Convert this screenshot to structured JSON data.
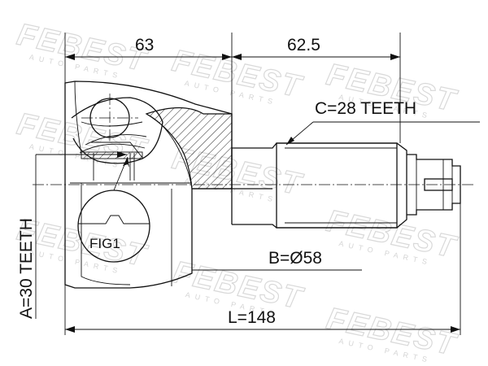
{
  "watermark": {
    "brand": "FEBEST",
    "sub": "AUTO PARTS"
  },
  "dimensions": {
    "width_housing": "63",
    "width_shaft": "62.5",
    "spline_c": "C=28 TEETH",
    "spline_a": "A=30 TEETH",
    "diameter_b": "B=Ø58",
    "length_l": "L=148"
  },
  "figure_label": "FIG1"
}
